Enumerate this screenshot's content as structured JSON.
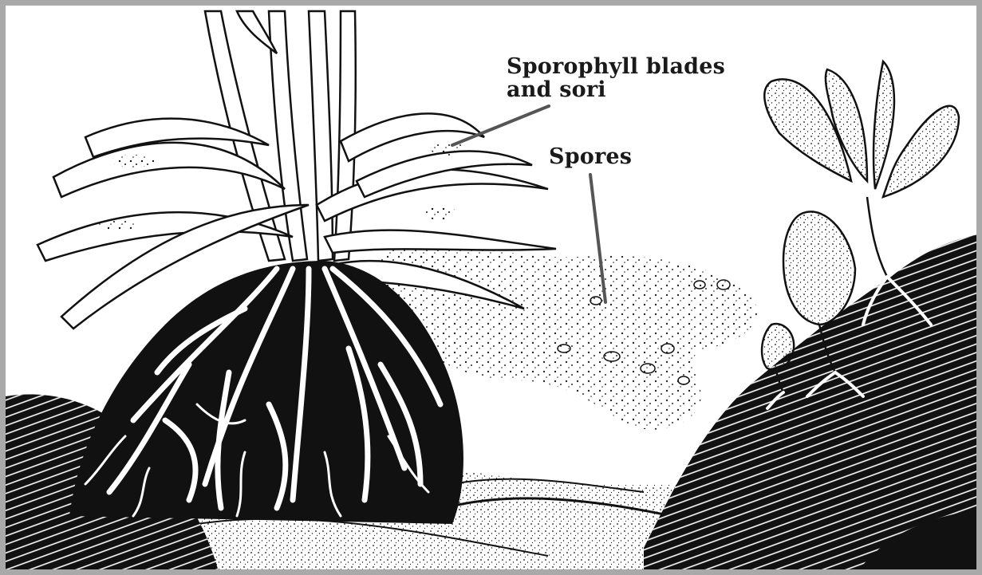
{
  "labels": {
    "sporophyll_line1": "Sporophyll blades",
    "sporophyll_line2": "and sori",
    "spores": "Spores"
  },
  "colors": {
    "ink": "#111111",
    "paper": "#ffffff",
    "border": "#a9a9a9",
    "pointer": "#555555"
  }
}
